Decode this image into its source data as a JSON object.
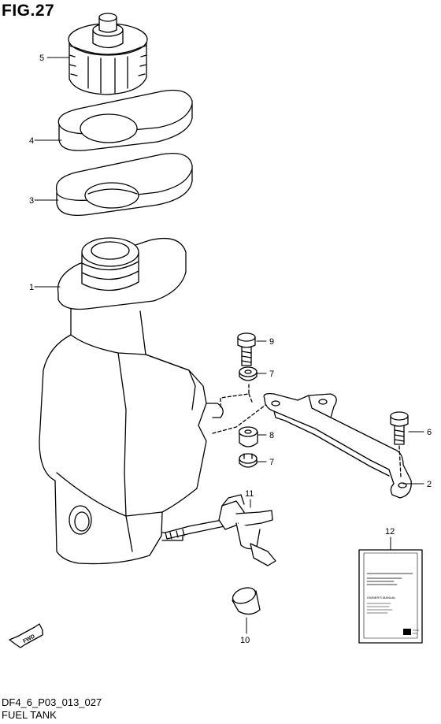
{
  "figure": {
    "title": "FIG.27",
    "code": "DF4_6_P03_013_027",
    "name": "FUEL TANK"
  },
  "callouts": [
    "1",
    "2",
    "3",
    "4",
    "5",
    "6",
    "7",
    "7",
    "8",
    "9",
    "10",
    "11",
    "12"
  ],
  "fwd_label": "FWD",
  "manual_label": "OWNER'S MANUAL"
}
